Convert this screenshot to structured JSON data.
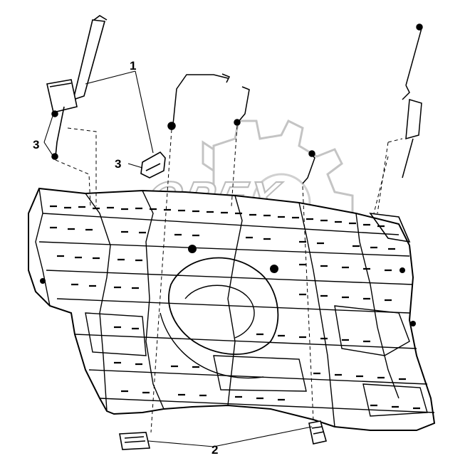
{
  "callouts": {
    "label_1": "1",
    "label_2": "2",
    "label_3_left": "3",
    "label_3_mid": "3"
  },
  "watermark": {
    "text": "OPEX"
  },
  "colors": {
    "line": "#000000",
    "watermark": "#bdbdbd",
    "background": "#ffffff"
  }
}
